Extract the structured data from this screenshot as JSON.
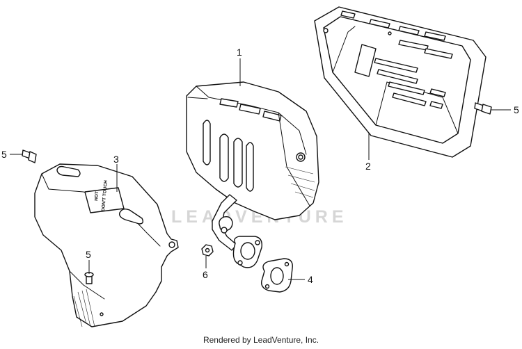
{
  "callouts": {
    "c1": "1",
    "c2": "2",
    "c3": "3",
    "c4": "4",
    "c5a": "5",
    "c5b": "5",
    "c5c": "5",
    "c6": "6"
  },
  "plate": {
    "line1": "HOT",
    "line2": "DON'T TOUCH"
  },
  "watermark": "LEADVENTURE",
  "footer": "Rendered by LeadVenture, Inc."
}
